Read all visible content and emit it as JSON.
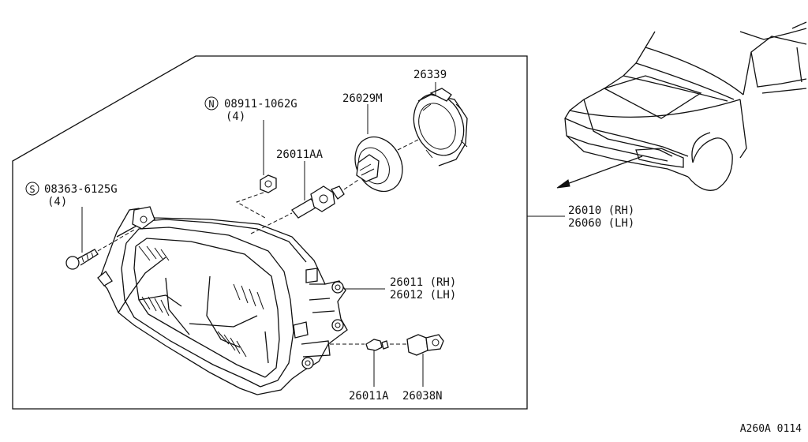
{
  "labels": {
    "screw_badge": "S",
    "screw_part": "08363-6125G",
    "screw_qty": "(4)",
    "nut_badge": "N",
    "nut_part": "08911-1062G",
    "nut_qty": "(4)",
    "bulb_main": "26011AA",
    "socket": "26029M",
    "cap": "26339",
    "assembly_rh": "26010 (RH)",
    "assembly_lh": "26060 (LH)",
    "housing_rh": "26011 (RH)",
    "housing_lh": "26012 (LH)",
    "bulb_small": "26011A",
    "small_socket": "26038N"
  },
  "footer": {
    "code": "A260A 0114"
  }
}
